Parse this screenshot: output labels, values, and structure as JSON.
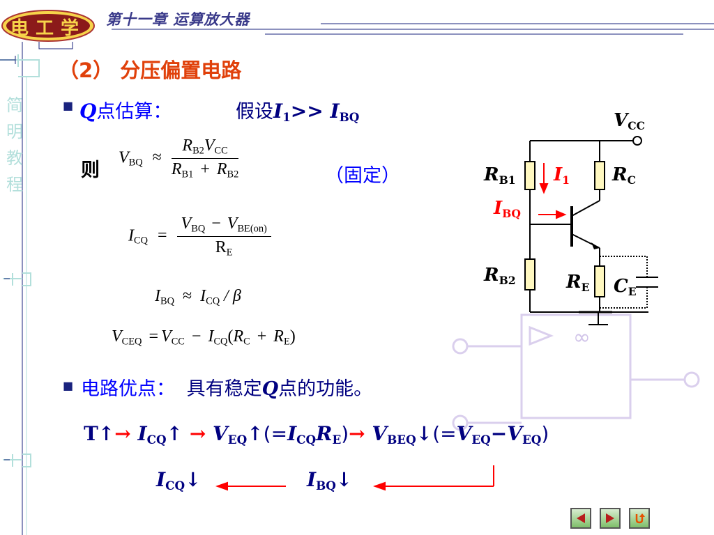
{
  "header": {
    "logo_text": "电工学",
    "chapter": "第十一章  运算放大器"
  },
  "sidebar": {
    "vertical_text": [
      "简",
      "明",
      "教",
      "程"
    ]
  },
  "section": {
    "title": "（2）  分压偏置电路"
  },
  "q_estimate": {
    "label_q": "Q",
    "label_rest": "点估算：",
    "assume": "假设",
    "i1": "I",
    "i1_sub": "1",
    "gg": ">>",
    "ibq": "I",
    "ibq_sub": "BQ"
  },
  "formulas": {
    "ze": "则",
    "vbq_lhs": "V",
    "vbq_lhs_sub": "BQ",
    "approx": "≈",
    "num_r": "R",
    "num_r_sub": "B2",
    "num_v": "V",
    "num_v_sub": "CC",
    "den_r1": "R",
    "den_r1_sub": "B1",
    "plus": "+",
    "den_r2": "R",
    "den_r2_sub": "B2",
    "fixed": "（固定）",
    "icq_lhs": "I",
    "icq_lhs_sub": "CQ",
    "eq": "=",
    "icq_num_a": "V",
    "icq_num_a_sub": "BQ",
    "minus": "−",
    "icq_num_b": "V",
    "icq_num_b_sub": "BE(on)",
    "icq_den": "R",
    "icq_den_sub": "E",
    "ibq_line_a": "I",
    "ibq_line_a_sub": "BQ",
    "ibq_line_approx": "≈",
    "ibq_line_b": "I",
    "ibq_line_b_sub": "CQ",
    "ibq_line_rest": "/ β",
    "vceq_a": "V",
    "vceq_a_sub": "CEQ",
    "vceq_eq": "=",
    "vceq_b": "V",
    "vceq_b_sub": "CC",
    "vceq_minus": "−",
    "vceq_c": "I",
    "vceq_c_sub": "CQ",
    "vceq_paren_open": "(",
    "vceq_d": "R",
    "vceq_d_sub": "C",
    "vceq_plus": "+",
    "vceq_e": "R",
    "vceq_e_sub": "E",
    "vceq_paren_close": ")"
  },
  "advantage": {
    "label": "电路优点：",
    "text_a": "具有稳定",
    "text_q": "Q",
    "text_b": "点的功能。"
  },
  "chain": {
    "t": "T↑",
    "arrow": "→",
    "icq": "I",
    "icq_sub": "CQ",
    "up": "↑",
    "veq": "V",
    "veq_sub": "EQ",
    "paren_a": "(=",
    "i2": "I",
    "i2_sub": "CQ",
    "r2": "R",
    "r2_sub": "E",
    "paren_b": ")",
    "vbeq": "V",
    "vbeq_sub": "BEQ",
    "down": "↓",
    "paren_c": "(=",
    "v2": "V",
    "v2_sub": "EQ",
    "dash": "−",
    "v3": "V",
    "v3_sub": "EQ",
    "paren_d": ")",
    "row2_icq": "I",
    "row2_icq_sub": "CQ",
    "row2_down1": "↓",
    "row2_ibq": "I",
    "row2_ibq_sub": "BQ",
    "row2_down2": "↓"
  },
  "circuit": {
    "vcc": "V",
    "vcc_sub": "CC",
    "rb1": "R",
    "rb1_sub": "B1",
    "i1": "I",
    "i1_sub": "1",
    "rc": "R",
    "rc_sub": "C",
    "ibq": "I",
    "ibq_sub": "BQ",
    "rb2": "R",
    "rb2_sub": "B2",
    "re": "R",
    "re_sub": "E",
    "ce": "C",
    "ce_sub": "E"
  },
  "nav": {
    "prev_icon": "triangle-left-icon",
    "next_icon": "triangle-right-icon",
    "return_icon": "return-icon"
  },
  "colors": {
    "title_orange": "#e0400a",
    "text_blue": "#0000ff",
    "text_navy": "#000080",
    "arrow_red": "#ff0000",
    "decor_teal": "#b2dfdb"
  }
}
